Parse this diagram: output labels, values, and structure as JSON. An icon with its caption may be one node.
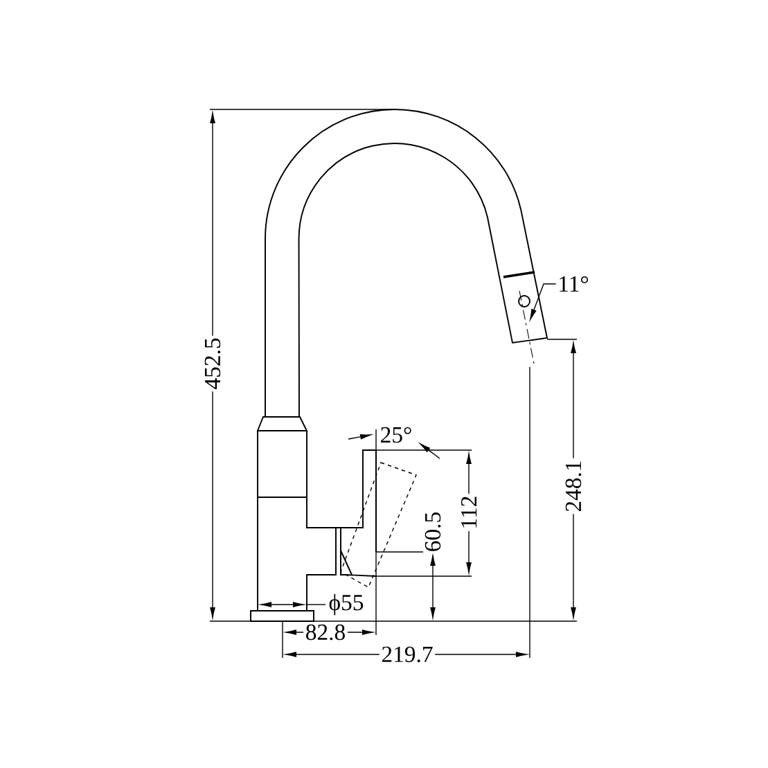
{
  "diagram": {
    "labels": [
      "11°",
      "452.5",
      "25°",
      "60.5",
      "112",
      "248.1",
      "ϕ55",
      "82.8",
      "219.7"
    ]
  }
}
